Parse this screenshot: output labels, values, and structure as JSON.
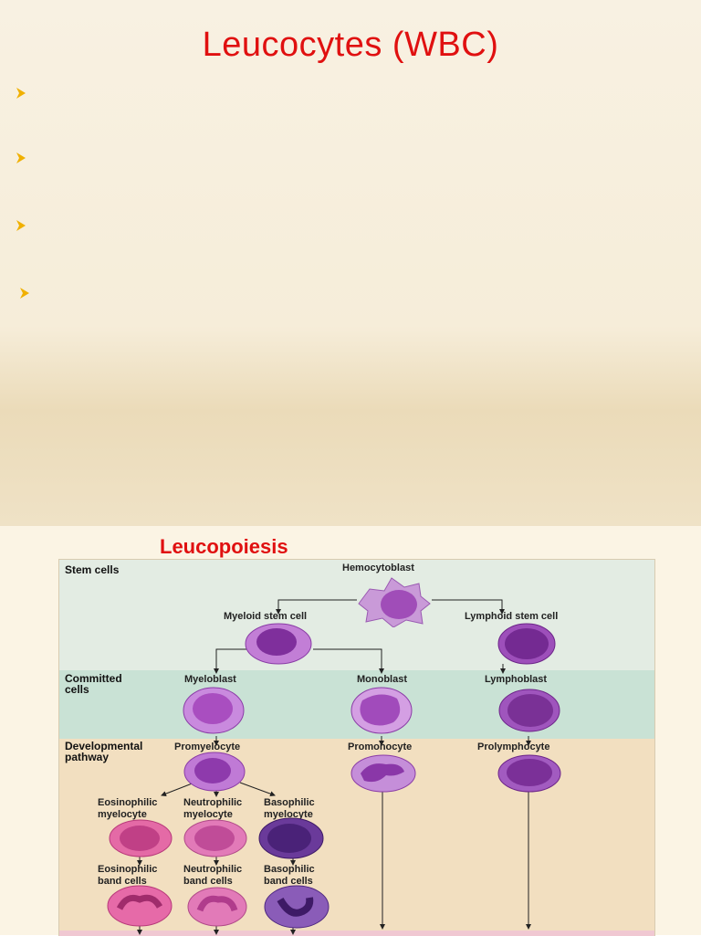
{
  "slide1": {
    "title": "Leucocytes (WBC)",
    "bullet_color": "#f0b000"
  },
  "slide2": {
    "heading": "Leucopoiesis",
    "rows": {
      "stem": "Stem cells",
      "committed": "Committed\ncells",
      "developmental": "Developmental\npathway"
    },
    "cells": {
      "hemocytoblast": "Hemocytoblast",
      "myeloid_stem": "Myeloid stem cell",
      "lymphoid_stem": "Lymphoid stem cell",
      "myeloblast": "Myeloblast",
      "monoblast": "Monoblast",
      "lymphoblast": "Lymphoblast",
      "promyelocyte": "Promyelocyte",
      "promonocyte": "Promonocyte",
      "prolymphocyte": "Prolymphocyte",
      "eos_myelocyte": "Eosinophilic\nmyelocyte",
      "neu_myelocyte": "Neutrophilic\nmyelocyte",
      "bas_myelocyte": "Basophilic\nmyelocyte",
      "eos_band": "Eosinophilic\nband cells",
      "neu_band": "Neutrophilic\nband cells",
      "bas_band": "Basophilic\nband cells"
    },
    "colors": {
      "title_red": "#e01010",
      "stem_band": "#e3ece3",
      "committed_band": "#c9e2d5",
      "developmental_band": "#f2dfc0",
      "cell_purple": "#b56ac8",
      "nucleus_purple": "#7a2c96",
      "eosinophil_pink": "#e35a9a"
    }
  }
}
